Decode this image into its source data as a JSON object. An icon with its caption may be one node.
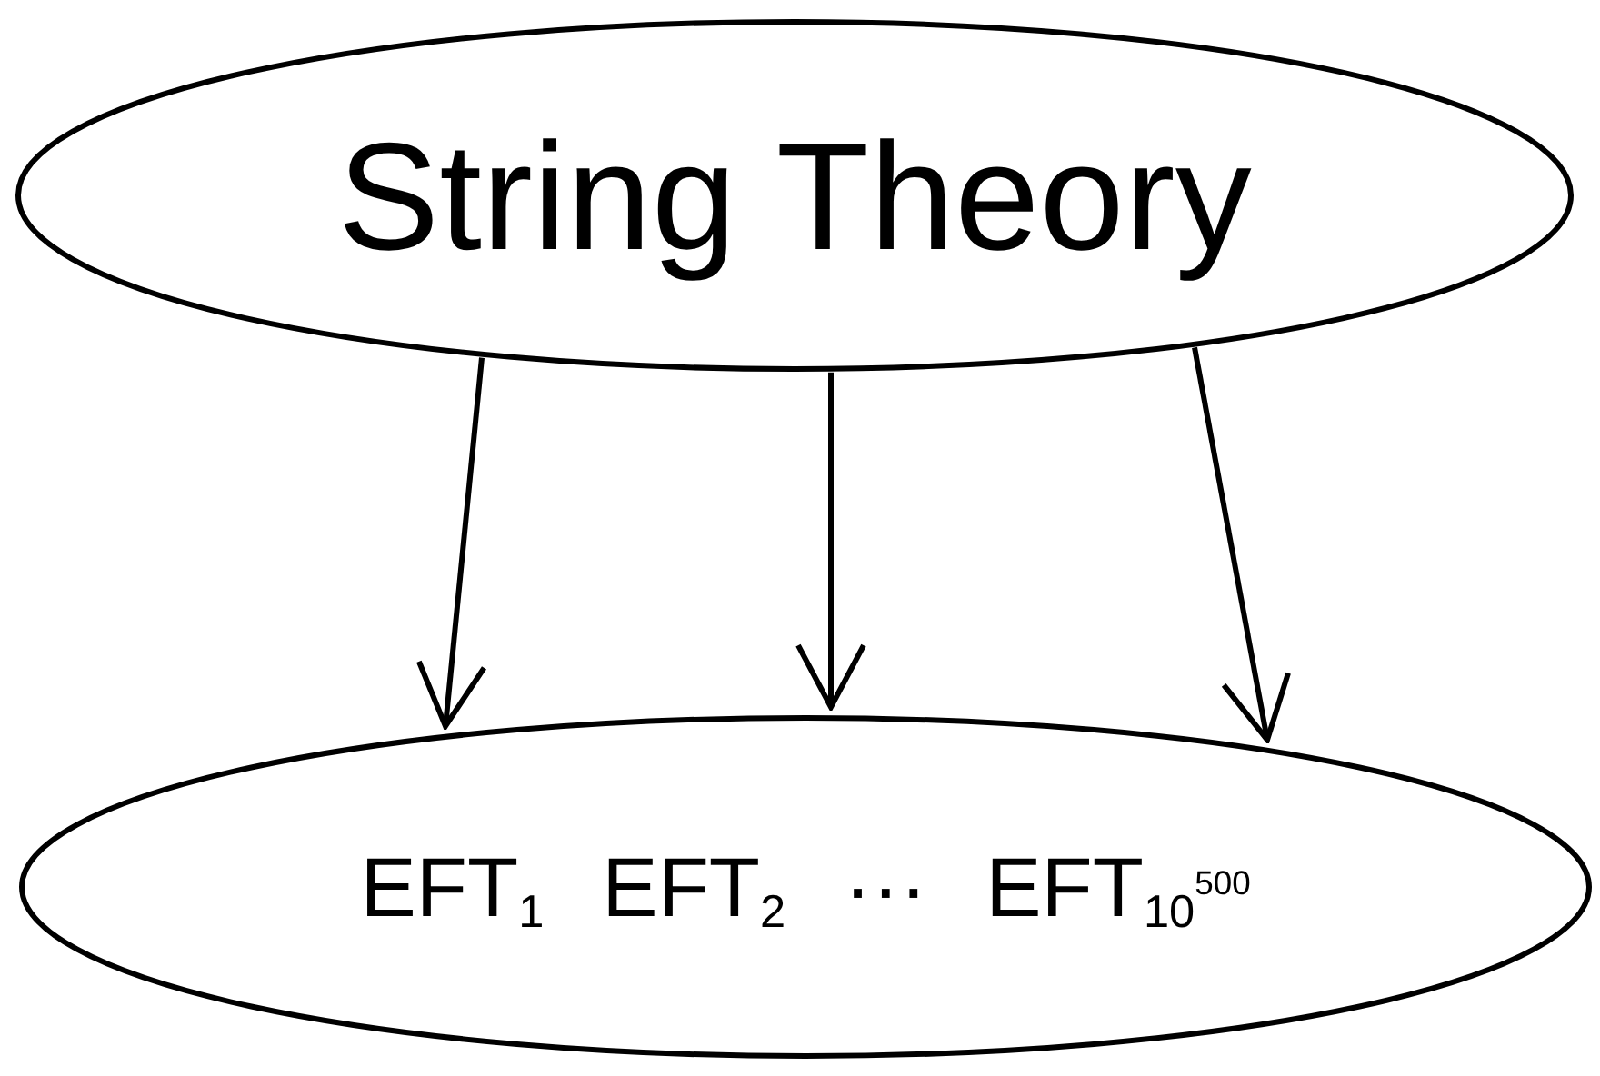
{
  "diagram": {
    "nodes": [
      {
        "text": [
          "String Theory"
        ]
      },
      {
        "text": [
          "EFT$_{1}$",
          "EFT$_{2}$",
          "···",
          "EFT$_{10}$$^{500}$"
        ]
      }
    ],
    "edges": [
      {
        "from": 0,
        "to": 1,
        "arrow": "to"
      },
      {
        "from": 0,
        "to": 1,
        "arrow": "to"
      },
      {
        "from": 0,
        "to": 1,
        "arrow": "to"
      }
    ]
  }
}
